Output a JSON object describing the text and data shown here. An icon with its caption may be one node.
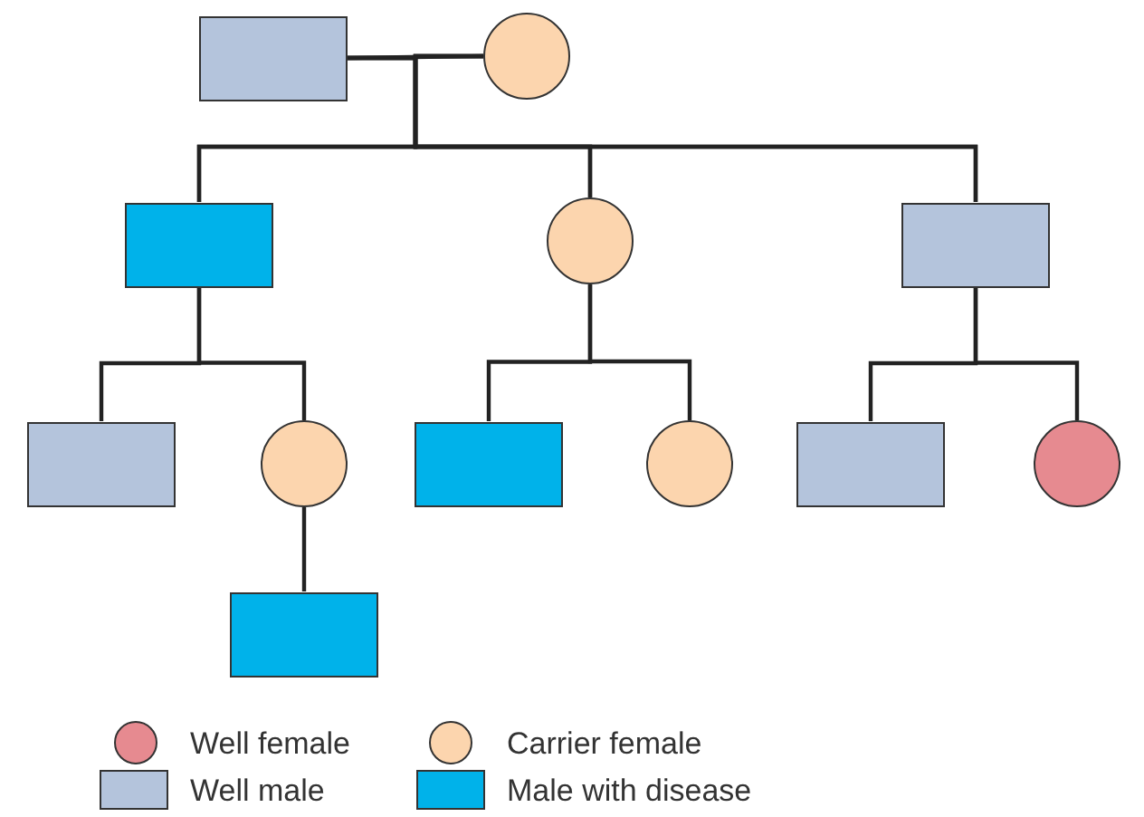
{
  "diagram": {
    "nodes": [
      {
        "text": [],
        "shape": "box"
      },
      {
        "text": [],
        "shape": "circle"
      },
      {
        "text": [],
        "shape": "box"
      },
      {
        "text": [],
        "shape": "circle"
      },
      {
        "text": [],
        "shape": "box"
      },
      {
        "text": [],
        "shape": "box"
      },
      {
        "text": [],
        "shape": "circle"
      },
      {
        "text": [],
        "shape": "box"
      },
      {
        "text": [],
        "shape": "circle"
      },
      {
        "text": [],
        "shape": "box"
      },
      {
        "text": [],
        "shape": "circle"
      },
      {
        "text": [],
        "shape": "box"
      }
    ],
    "edges": [
      {
        "from": 0,
        "to": 1,
        "arrow": "none"
      },
      {
        "from": 0,
        "to": 2,
        "arrow": "none"
      },
      {
        "from": 1,
        "to": 2,
        "arrow": "none"
      },
      {
        "from": 0,
        "to": 3,
        "arrow": "none"
      },
      {
        "from": 1,
        "to": 3,
        "arrow": "none"
      },
      {
        "from": 0,
        "to": 4,
        "arrow": "none"
      },
      {
        "from": 1,
        "to": 4,
        "arrow": "none"
      },
      {
        "from": 2,
        "to": 5,
        "arrow": "none"
      },
      {
        "from": 2,
        "to": 6,
        "arrow": "none"
      },
      {
        "from": 3,
        "to": 7,
        "arrow": "none"
      },
      {
        "from": 3,
        "to": 8,
        "arrow": "none"
      },
      {
        "from": 4,
        "to": 9,
        "arrow": "none"
      },
      {
        "from": 4,
        "to": 10,
        "arrow": "none"
      },
      {
        "from": 6,
        "to": 11,
        "arrow": "none"
      }
    ],
    "legend": [
      {
        "text": "Well female",
        "color": "#e68a90"
      },
      {
        "text": "Carrier female",
        "color": "#fcd5ae"
      },
      {
        "text": "Well male",
        "color": "#b4c4dc"
      },
      {
        "text": "Male with disease",
        "color": "#00b2ea"
      }
    ]
  }
}
